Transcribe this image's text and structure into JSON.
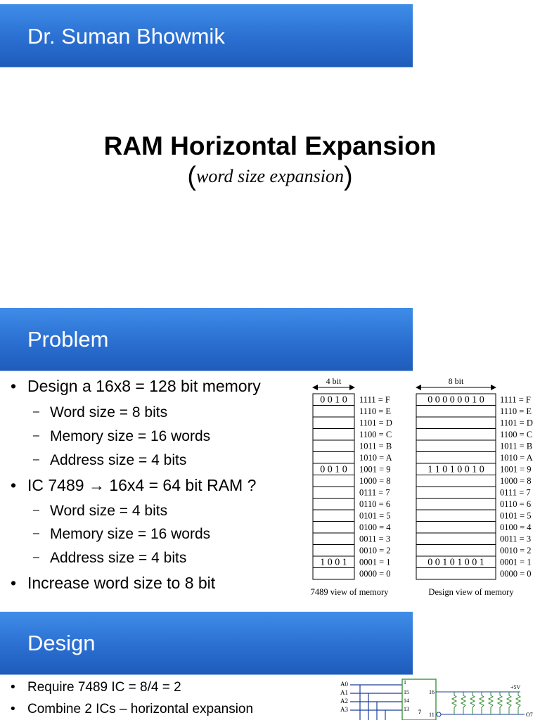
{
  "header": {
    "author": "Dr. Suman Bhowmik"
  },
  "title": {
    "main": "RAM Horizontal Expansion",
    "open_paren": "(",
    "subtitle": "word size expansion",
    "close_paren": ")"
  },
  "problem": {
    "heading": "Problem",
    "bullets": [
      {
        "text": "Design a 16x8 = 128 bit memory"
      },
      {
        "text": "Word size = 8 bits"
      },
      {
        "text": "Memory size = 16 words"
      },
      {
        "text": "Address size = 4 bits"
      },
      {
        "text": "IC 7489 → 16x4 = 64 bit RAM ?"
      },
      {
        "text": "Word size = 4 bits"
      },
      {
        "text": "Memory size = 16 words"
      },
      {
        "text": "Address size = 4 bits"
      },
      {
        "text": "Increase word size to 8 bit"
      }
    ]
  },
  "diagram": {
    "left_width_label": "4 bit",
    "right_width_label": "8 bit",
    "addresses": [
      "1111 = F",
      "1110 = E",
      "1101 = D",
      "1100 = C",
      "1011 = B",
      "1010 = A",
      "1001 = 9",
      "1000 = 8",
      "0111 = 7",
      "0110 = 6",
      "0101 = 5",
      "0100 = 4",
      "0011 = 3",
      "0010 = 2",
      "0001 = 1",
      "0000 = 0"
    ],
    "left_cells": [
      "0 0 1 0",
      "",
      "",
      "",
      "",
      "",
      "0 0 1 0",
      "",
      "",
      "",
      "",
      "",
      "",
      "",
      "1 0 0 1",
      ""
    ],
    "right_cells": [
      "0 0 0 0 0 0 1 0",
      "",
      "",
      "",
      "",
      "",
      "1 1 0 1 0 0 1 0",
      "",
      "",
      "",
      "",
      "",
      "",
      "",
      "0 0 1 0 1 0 0 1",
      ""
    ],
    "left_caption": "7489 view of memory",
    "right_caption": "Design view of memory"
  },
  "design": {
    "heading": "Design",
    "bullets": [
      {
        "text": "Require 7489 IC = 8/4 = 2"
      },
      {
        "text": "Combine 2 ICs – horizontal expansion"
      }
    ]
  },
  "circuit": {
    "address_labels": [
      "A0",
      "A1",
      "A2",
      "A3"
    ],
    "pin_numbers": [
      "1",
      "15",
      "14",
      "13"
    ],
    "pin_16": "16",
    "supply": "+5V",
    "output": "O7",
    "pin_7": "7",
    "pin_11": "11"
  }
}
